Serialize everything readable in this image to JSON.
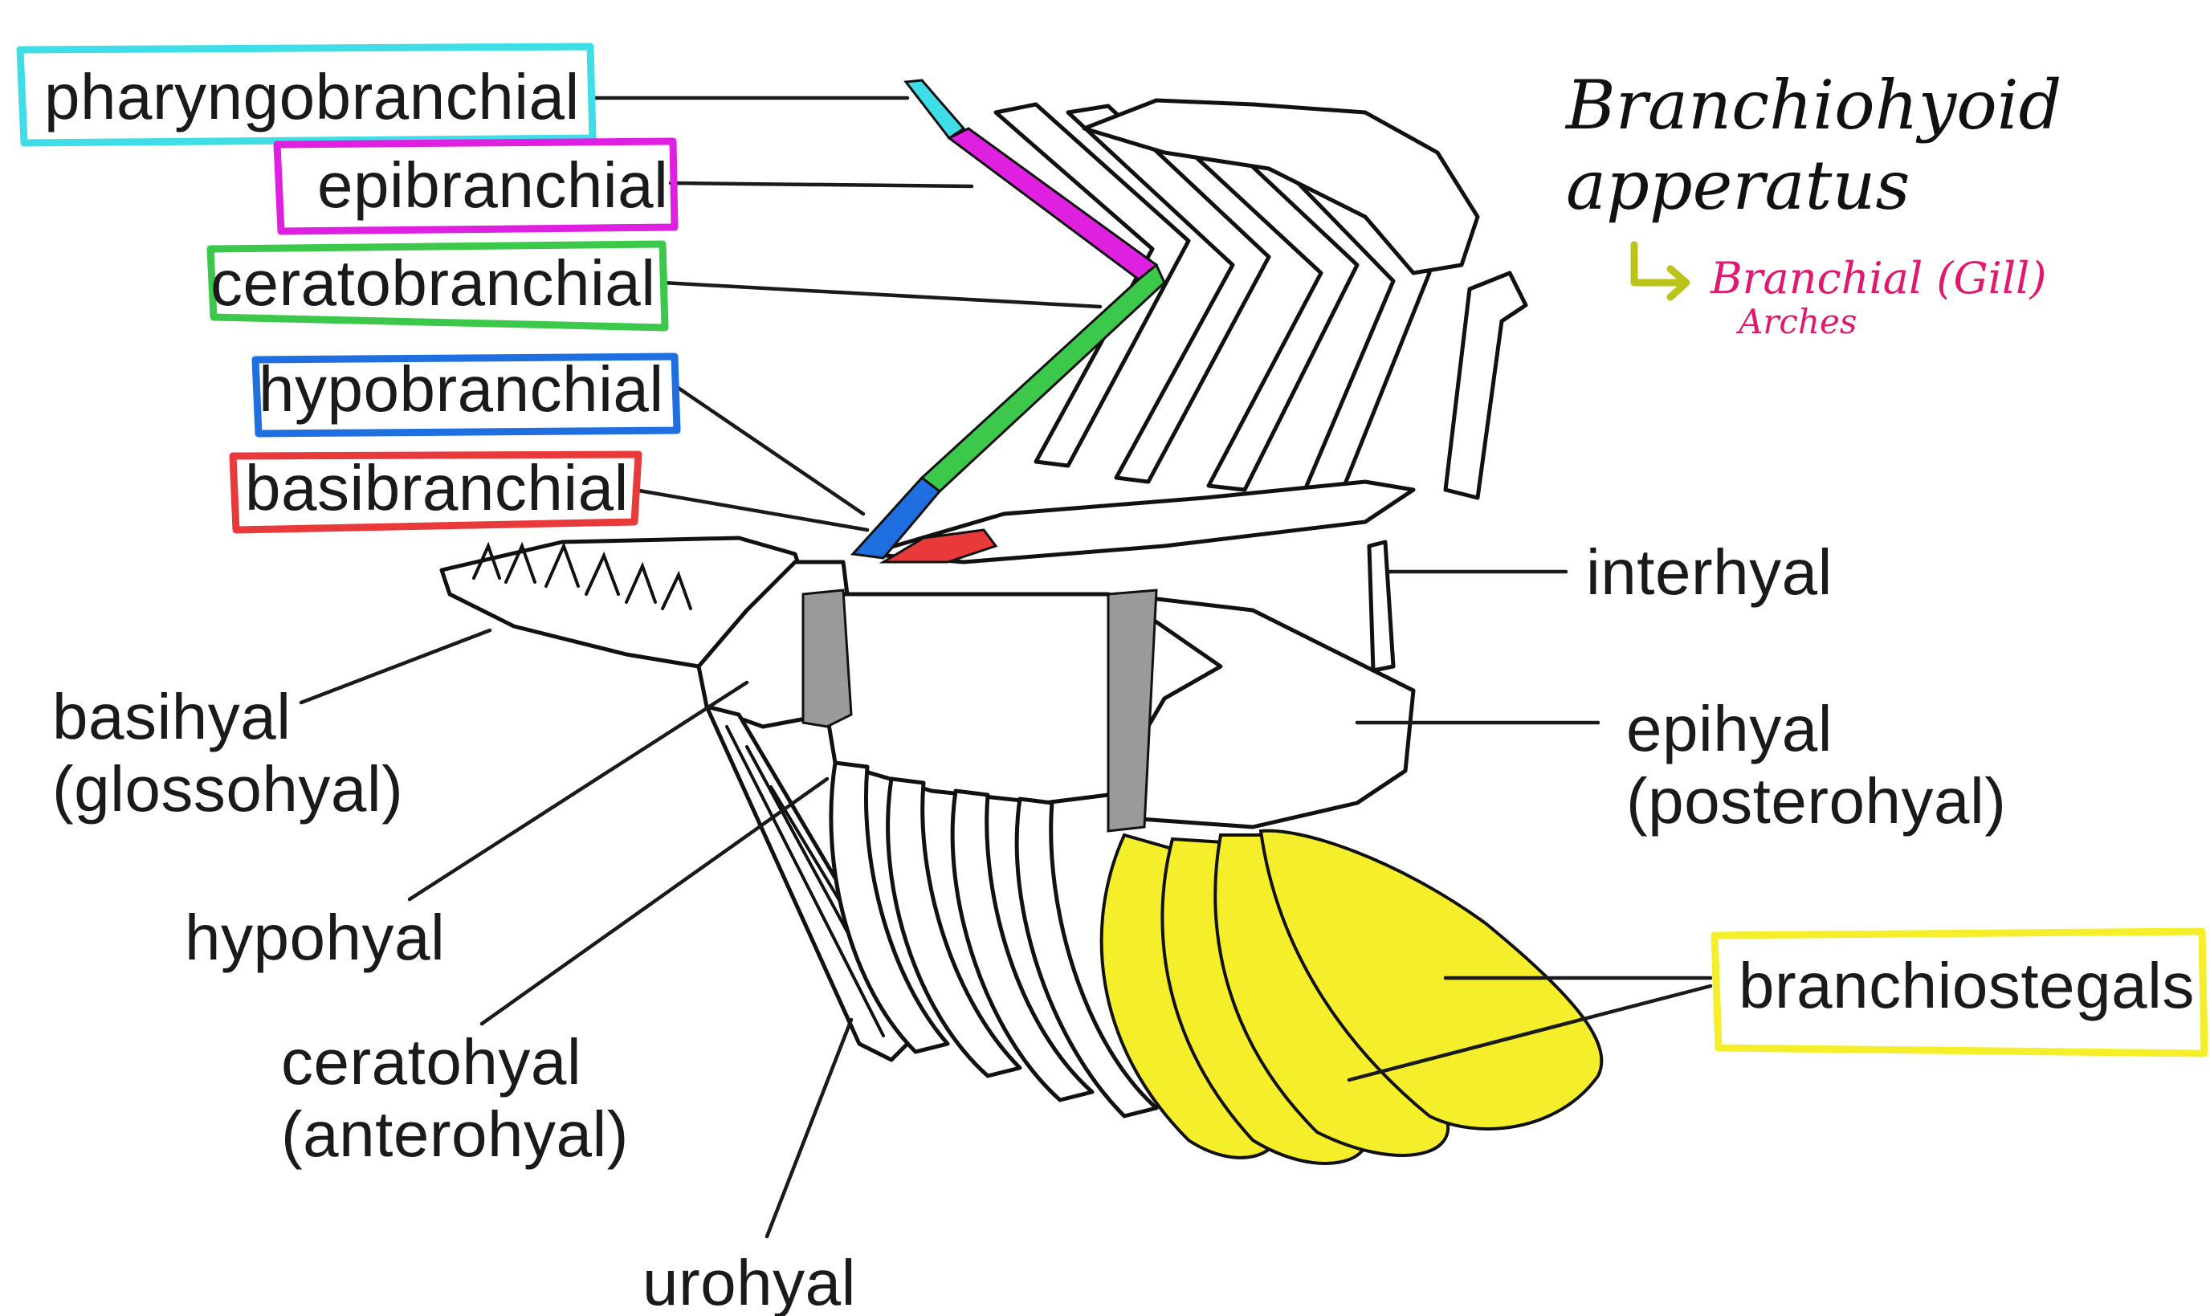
{
  "title": {
    "line1": "Branchiohyoid",
    "line2": "apperatus"
  },
  "subnote": {
    "line1": "Branchial (Gill)",
    "line2": "Arches"
  },
  "labels": {
    "pharyngobranchial": "pharyngobranchial",
    "epibranchial": "epibranchial",
    "ceratobranchial": "ceratobranchial",
    "hypobranchial": "hypobranchial",
    "basibranchial": "basibranchial",
    "interhyal": "interhyal",
    "epihyal": "epihyal",
    "posterohyal": "(posterohyal)",
    "basihyal": "basihyal",
    "glossohyal": "(glossohyal)",
    "hypohyal": "hypohyal",
    "ceratohyal": "ceratohyal",
    "anterohyal": "(anterohyal)",
    "branchiostegals": "branchiostegals",
    "urohyal": "urohyal"
  },
  "colors": {
    "pharyngobranchial": "#3fdde6",
    "epibranchial": "#e020e0",
    "ceratobranchial": "#3cc84a",
    "hypobranchial": "#1f6fe0",
    "basibranchial": "#e83a3a",
    "branchiostegals": "#f5ee2a",
    "title_ink": "#111111",
    "note_ink": "#e0186e",
    "arrow_ink": "#bcc41a"
  }
}
